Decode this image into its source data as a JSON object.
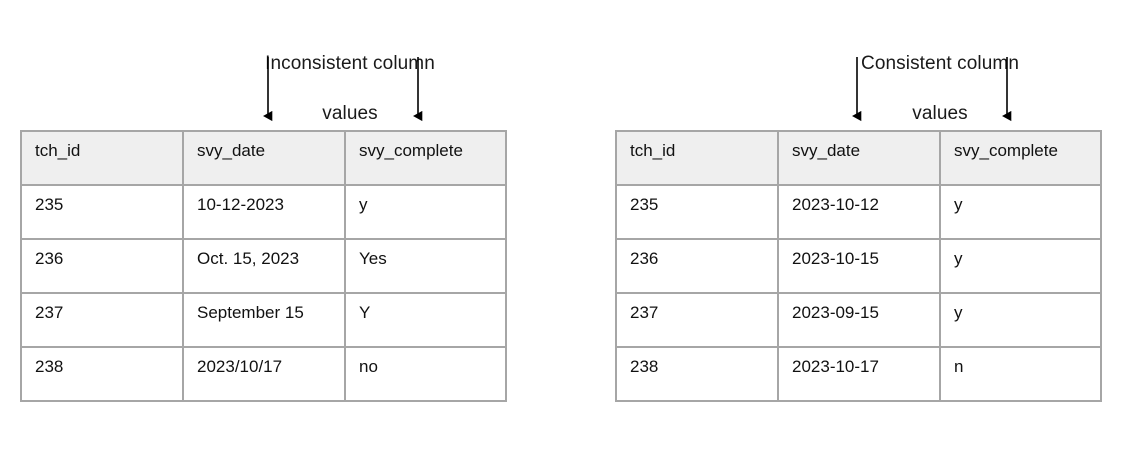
{
  "figure": {
    "background_color": "#ffffff",
    "text_color": "#111111",
    "border_color": "#a6a6a6",
    "header_fill": "#efefef",
    "arrow_color": "#000000"
  },
  "annotations": {
    "left": {
      "line1": "Inconsistent column",
      "line2": "values"
    },
    "right": {
      "line1": "Consistent column",
      "line2": "values"
    }
  },
  "tables": {
    "left": {
      "columns": [
        "tch_id",
        "svy_date",
        "svy_complete"
      ],
      "rows": [
        [
          "235",
          "10-12-2023",
          "y"
        ],
        [
          "236",
          "Oct. 15, 2023",
          "Yes"
        ],
        [
          "237",
          "September 15",
          "Y"
        ],
        [
          "238",
          "2023/10/17",
          "no"
        ]
      ]
    },
    "right": {
      "columns": [
        "tch_id",
        "svy_date",
        "svy_complete"
      ],
      "rows": [
        [
          "235",
          "2023-10-12",
          "y"
        ],
        [
          "236",
          "2023-10-15",
          "y"
        ],
        [
          "237",
          "2023-09-15",
          "y"
        ],
        [
          "238",
          "2023-10-17",
          "n"
        ]
      ]
    }
  }
}
